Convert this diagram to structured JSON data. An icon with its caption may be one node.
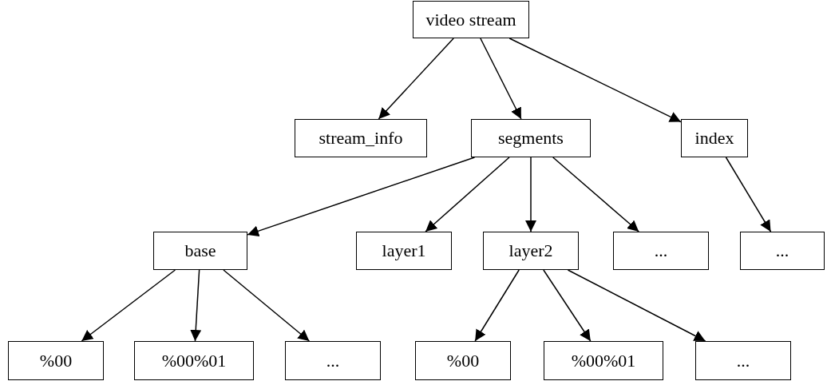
{
  "diagram": {
    "nodes": [
      {
        "text": [
          "video stream"
        ]
      },
      {
        "text": [
          "stream_info"
        ]
      },
      {
        "text": [
          "segments"
        ]
      },
      {
        "text": [
          "index"
        ]
      },
      {
        "text": [
          "base"
        ]
      },
      {
        "text": [
          "layer1"
        ]
      },
      {
        "text": [
          "layer2"
        ]
      },
      {
        "text": [
          "..."
        ]
      },
      {
        "text": [
          "..."
        ]
      },
      {
        "text": [
          "%00"
        ]
      },
      {
        "text": [
          "%00%01"
        ]
      },
      {
        "text": [
          "..."
        ]
      },
      {
        "text": [
          "%00"
        ]
      },
      {
        "text": [
          "%00%01"
        ]
      },
      {
        "text": [
          "..."
        ]
      }
    ],
    "edges": [
      {
        "from": 0,
        "to": 1,
        "arrow": "to"
      },
      {
        "from": 0,
        "to": 2,
        "arrow": "to"
      },
      {
        "from": 0,
        "to": 3,
        "arrow": "to"
      },
      {
        "from": 2,
        "to": 4,
        "arrow": "to"
      },
      {
        "from": 2,
        "to": 5,
        "arrow": "to"
      },
      {
        "from": 2,
        "to": 6,
        "arrow": "to"
      },
      {
        "from": 2,
        "to": 7,
        "arrow": "to"
      },
      {
        "from": 3,
        "to": 8,
        "arrow": "to"
      },
      {
        "from": 4,
        "to": 9,
        "arrow": "to"
      },
      {
        "from": 4,
        "to": 10,
        "arrow": "to"
      },
      {
        "from": 4,
        "to": 11,
        "arrow": "to"
      },
      {
        "from": 6,
        "to": 12,
        "arrow": "to"
      },
      {
        "from": 6,
        "to": 13,
        "arrow": "to"
      },
      {
        "from": 6,
        "to": 14,
        "arrow": "to"
      }
    ]
  }
}
